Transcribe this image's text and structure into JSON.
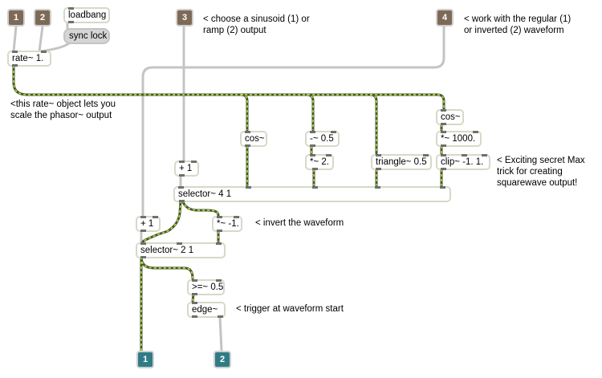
{
  "inlets": [
    {
      "label": "1"
    },
    {
      "label": "2"
    },
    {
      "label": "3"
    },
    {
      "label": "4"
    }
  ],
  "outlets": [
    {
      "label": "1"
    },
    {
      "label": "2"
    }
  ],
  "objects": {
    "loadbang": "loadbang",
    "sync_lock": "sync lock",
    "rate": "rate~ 1.",
    "cos1": "cos~",
    "minus": "-~ 0.5",
    "times2": "*~ 2.",
    "triangle": "triangle~ 0.5",
    "cos2": "cos~",
    "times1000": "*~ 1000.",
    "clip": "clip~ -1. 1.",
    "plus1a": "+ 1",
    "selector4": "selector~ 4 1",
    "plus1b": "+ 1",
    "timesneg1": "*~ -1.",
    "selector2": "selector~ 2 1",
    "gte": ">=~ 0.5",
    "edge": "edge~"
  },
  "comments": {
    "choose_line1": "< choose a sinusoid (1) or",
    "choose_line2": "ramp (2) output",
    "work_line1": "< work with the regular (1)",
    "work_line2": "or inverted (2) waveform",
    "rate_line1": "<this rate~ object lets you",
    "rate_line2": "scale the phasor~ output",
    "secret_line1": "< Exciting secret Max",
    "secret_line2": "trick for creating",
    "secret_line3": "squarewave output!",
    "invert": "< invert the waveform",
    "trigger": "< trigger at waveform start"
  },
  "colors": {
    "signal_cord_dark": "#3f5a2a",
    "signal_cord_light": "#d7e24a",
    "control_cord": "#c4c4c4",
    "object_border": "#d6d9c8",
    "inlet_fill": "#7d6a56",
    "outlet_fill": "#2f7c86",
    "message_fill": "#d5d5d5"
  }
}
